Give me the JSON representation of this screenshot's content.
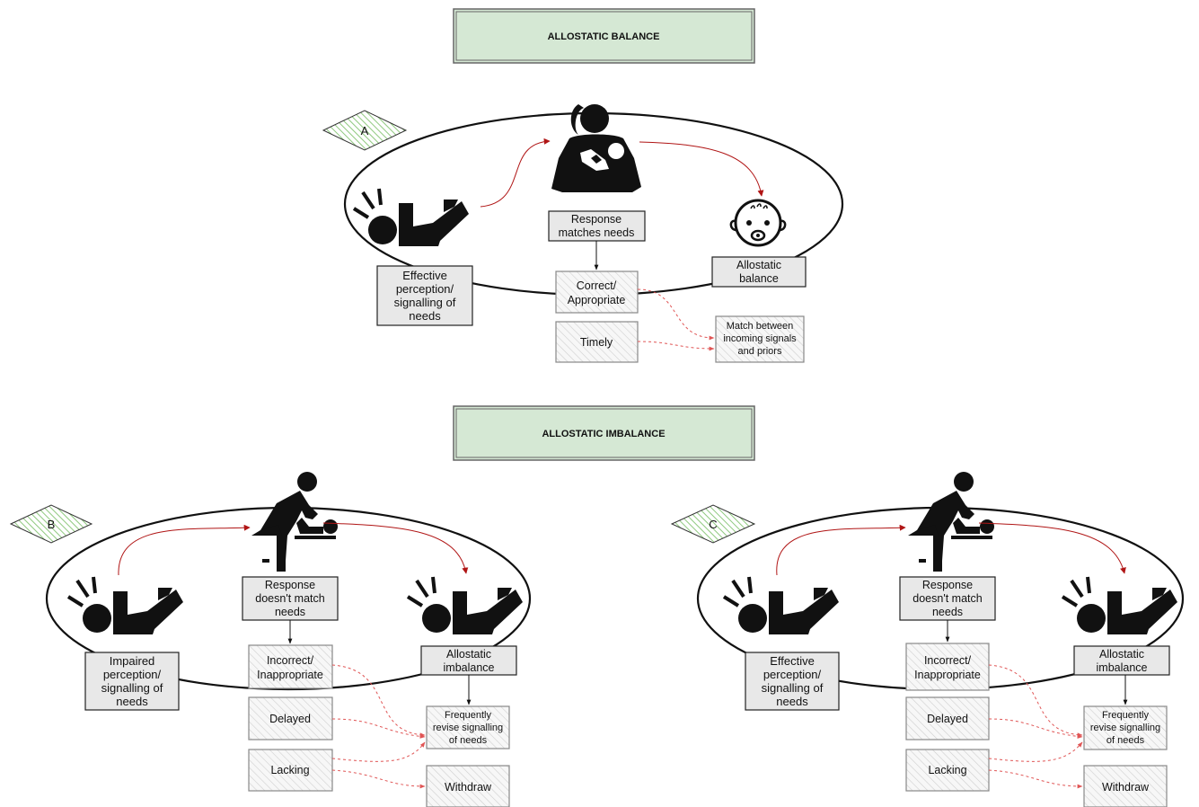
{
  "colors": {
    "title_box_fill": "#d5e8d4",
    "flow_arrow": "#b01515",
    "dashed_arrow": "#e05555",
    "diamond_hatch": "#8fc97f",
    "solid_box_fill": "#e8e8e8"
  },
  "titles": {
    "balance": "ALLOSTATIC BALANCE",
    "imbalance": "ALLOSTATIC IMBALANCE"
  },
  "panel_a": {
    "tag": "A",
    "perception": [
      "Effective",
      "perception/",
      "signalling of",
      "needs"
    ],
    "response": [
      "Response",
      "matches needs"
    ],
    "correct": [
      "Correct/",
      "Appropriate"
    ],
    "timely": "Timely",
    "outcome": [
      "Allostatic",
      "balance"
    ],
    "match": [
      "Match between",
      "incoming signals",
      "and priors"
    ],
    "icons": [
      "crying-baby-icon",
      "mother-holding-baby-icon",
      "calm-baby-face-icon"
    ]
  },
  "panel_b": {
    "tag": "B",
    "perception": [
      "Impaired",
      "perception/",
      "signalling of",
      "needs"
    ],
    "response": [
      "Response",
      "doesn't match",
      "needs"
    ],
    "incorrect": [
      "Incorrect/",
      "Inappropriate"
    ],
    "delayed": "Delayed",
    "lacking": "Lacking",
    "outcome": [
      "Allostatic",
      "imbalance"
    ],
    "revise": [
      "Frequently",
      "revise signalling",
      "of needs"
    ],
    "withdraw": "Withdraw",
    "icons": [
      "crying-baby-icon",
      "caregiver-changing-baby-icon",
      "crying-baby-icon"
    ]
  },
  "panel_c": {
    "tag": "C",
    "perception": [
      "Effective",
      "perception/",
      "signalling of",
      "needs"
    ],
    "response": [
      "Response",
      "doesn't match",
      "needs"
    ],
    "incorrect": [
      "Incorrect/",
      "Inappropriate"
    ],
    "delayed": "Delayed",
    "lacking": "Lacking",
    "outcome": [
      "Allostatic",
      "imbalance"
    ],
    "revise": [
      "Frequently",
      "revise signalling",
      "of needs"
    ],
    "withdraw": "Withdraw",
    "icons": [
      "crying-baby-icon",
      "caregiver-changing-baby-icon",
      "crying-baby-icon"
    ]
  }
}
